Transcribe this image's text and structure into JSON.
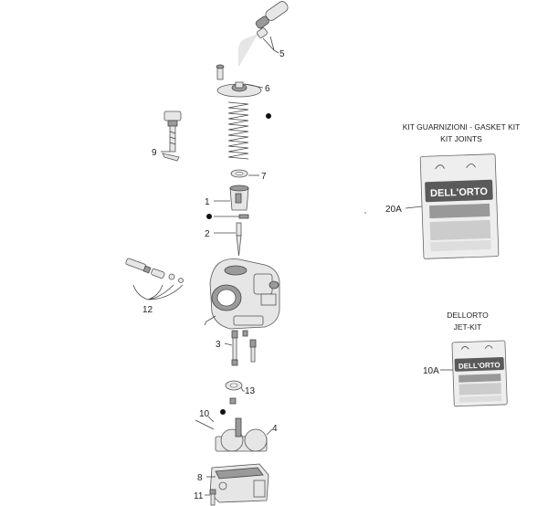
{
  "labels": {
    "l1": "1",
    "l2": "2",
    "l3": "3",
    "l4": "4",
    "l5": "5",
    "l6": "6",
    "l7": "7",
    "l8": "8",
    "l9": "9",
    "l10": "10",
    "l11": "11",
    "l12": "12",
    "l13": "13",
    "l20a": "20A",
    "l10a": "10A"
  },
  "gasket_kit": {
    "title_line1": "KIT GUARNIZIONI - GASKET KIT",
    "title_line2": "KIT JOINTS",
    "bag_logo": "DELL'ORTO"
  },
  "jet_kit": {
    "title_line1": "DELLORTO",
    "title_line2": "JET-KIT",
    "bag_logo": "DELL'ORTO"
  },
  "colors": {
    "line": "#444444",
    "part_fill": "#e6e6e6",
    "dark_fill": "#9a9a9a",
    "bag_band": "#5a5a5a"
  }
}
